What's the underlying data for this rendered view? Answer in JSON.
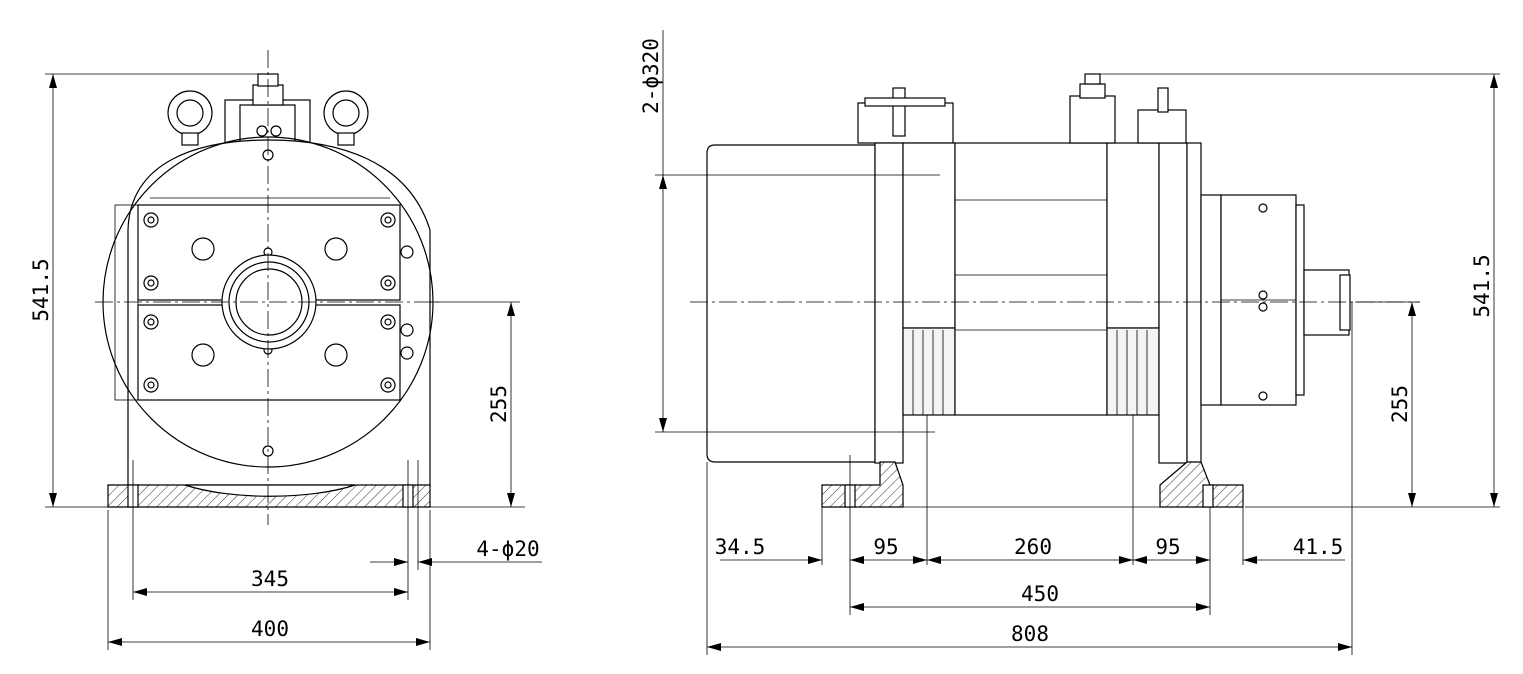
{
  "front_view": {
    "height_label": "541.5",
    "center_height_label": "255",
    "hole_label": "4-ϕ20",
    "hole_spacing_label": "345",
    "width_label": "400"
  },
  "side_view": {
    "sheave_label": "2-ϕ320",
    "height_label": "541.5",
    "center_height_label": "255",
    "left_offset_label": "34.5",
    "flange_left_label": "95",
    "sheave_span_label": "260",
    "flange_right_label": "95",
    "right_offset_label": "41.5",
    "base_span_label": "450",
    "overall_length_label": "808"
  }
}
